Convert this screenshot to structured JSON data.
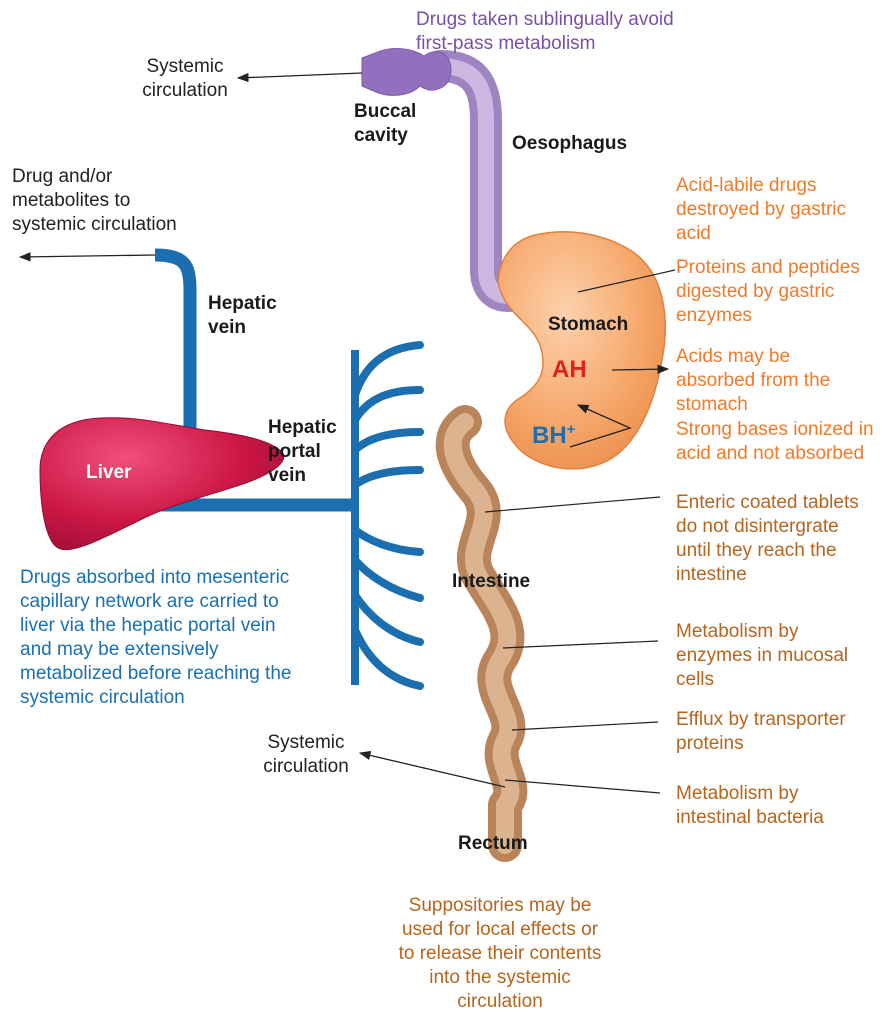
{
  "labels": {
    "buccal": "Buccal cavity",
    "buccal_l1": "Buccal",
    "buccal_l2": "cavity",
    "oesophagus": "Oesophagus",
    "stomach": "Stomach",
    "hepatic_vein_l1": "Hepatic",
    "hepatic_vein_l2": "vein",
    "hepatic_portal_l1": "Hepatic",
    "hepatic_portal_l2": "portal",
    "hepatic_portal_l3": "vein",
    "liver": "Liver",
    "intestine": "Intestine",
    "rectum": "Rectum",
    "ah": "AH",
    "bh": "BH",
    "bh_sup": "+"
  },
  "annotations": {
    "sublingual": [
      "Drugs taken sublingually avoid",
      "first-pass metabolism"
    ],
    "systemic_top": [
      "Systemic",
      "circulation"
    ],
    "drug_metabolites": [
      "Drug and/or",
      "metabolites to",
      "systemic circulation"
    ],
    "acid_labile": [
      "Acid-labile drugs",
      "destroyed by gastric",
      "acid"
    ],
    "proteins": [
      "Proteins and peptides",
      "digested by gastric",
      "enzymes"
    ],
    "acids": [
      "Acids may be",
      "absorbed from the",
      "stomach"
    ],
    "bases": [
      "Strong bases ionized in",
      "acid and not absorbed"
    ],
    "enteric": [
      "Enteric coated tablets",
      "do not disintergrate",
      "until they reach the",
      "intestine"
    ],
    "mucosal": [
      "Metabolism by",
      "enzymes in mucosal",
      "cells"
    ],
    "efflux": [
      "Efflux by transporter",
      "proteins"
    ],
    "bacteria": [
      "Metabolism by",
      "intestinal bacteria"
    ],
    "systemic_bottom": [
      "Systemic",
      "circulation"
    ],
    "mesenteric": [
      "Drugs absorbed into mesenteric",
      "capillary network are carried to",
      "liver via the hepatic portal vein",
      "and may be extensively",
      "metabolized before reaching the",
      "systemic circulation"
    ],
    "suppositories": [
      "Suppositories may be",
      "used for local effects or",
      "to release their contents",
      "into the systemic",
      "circulation"
    ]
  },
  "colors": {
    "oesophagus": "#b39bd0",
    "buccal": "#9b78c2",
    "stomach": "#f5a66b",
    "intestine": "#cfa07a",
    "liver": "#d01a48",
    "vein": "#1b6fb0"
  }
}
